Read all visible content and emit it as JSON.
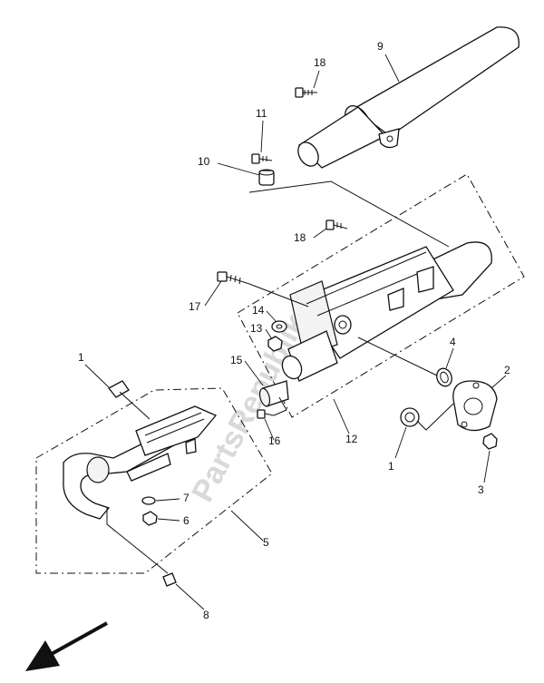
{
  "watermark": "PartsRepublik",
  "callouts": {
    "c1a": "1",
    "c1b": "1",
    "c2": "2",
    "c3": "3",
    "c4": "4",
    "c5": "5",
    "c6": "6",
    "c7": "7",
    "c8": "8",
    "c9": "9",
    "c10": "10",
    "c11": "11",
    "c12": "12",
    "c13": "13",
    "c14": "14",
    "c15": "15",
    "c16": "16",
    "c17": "17",
    "c18a": "18",
    "c18b": "18"
  },
  "icons": {
    "direction_arrow": "arrow-down-left-icon"
  }
}
